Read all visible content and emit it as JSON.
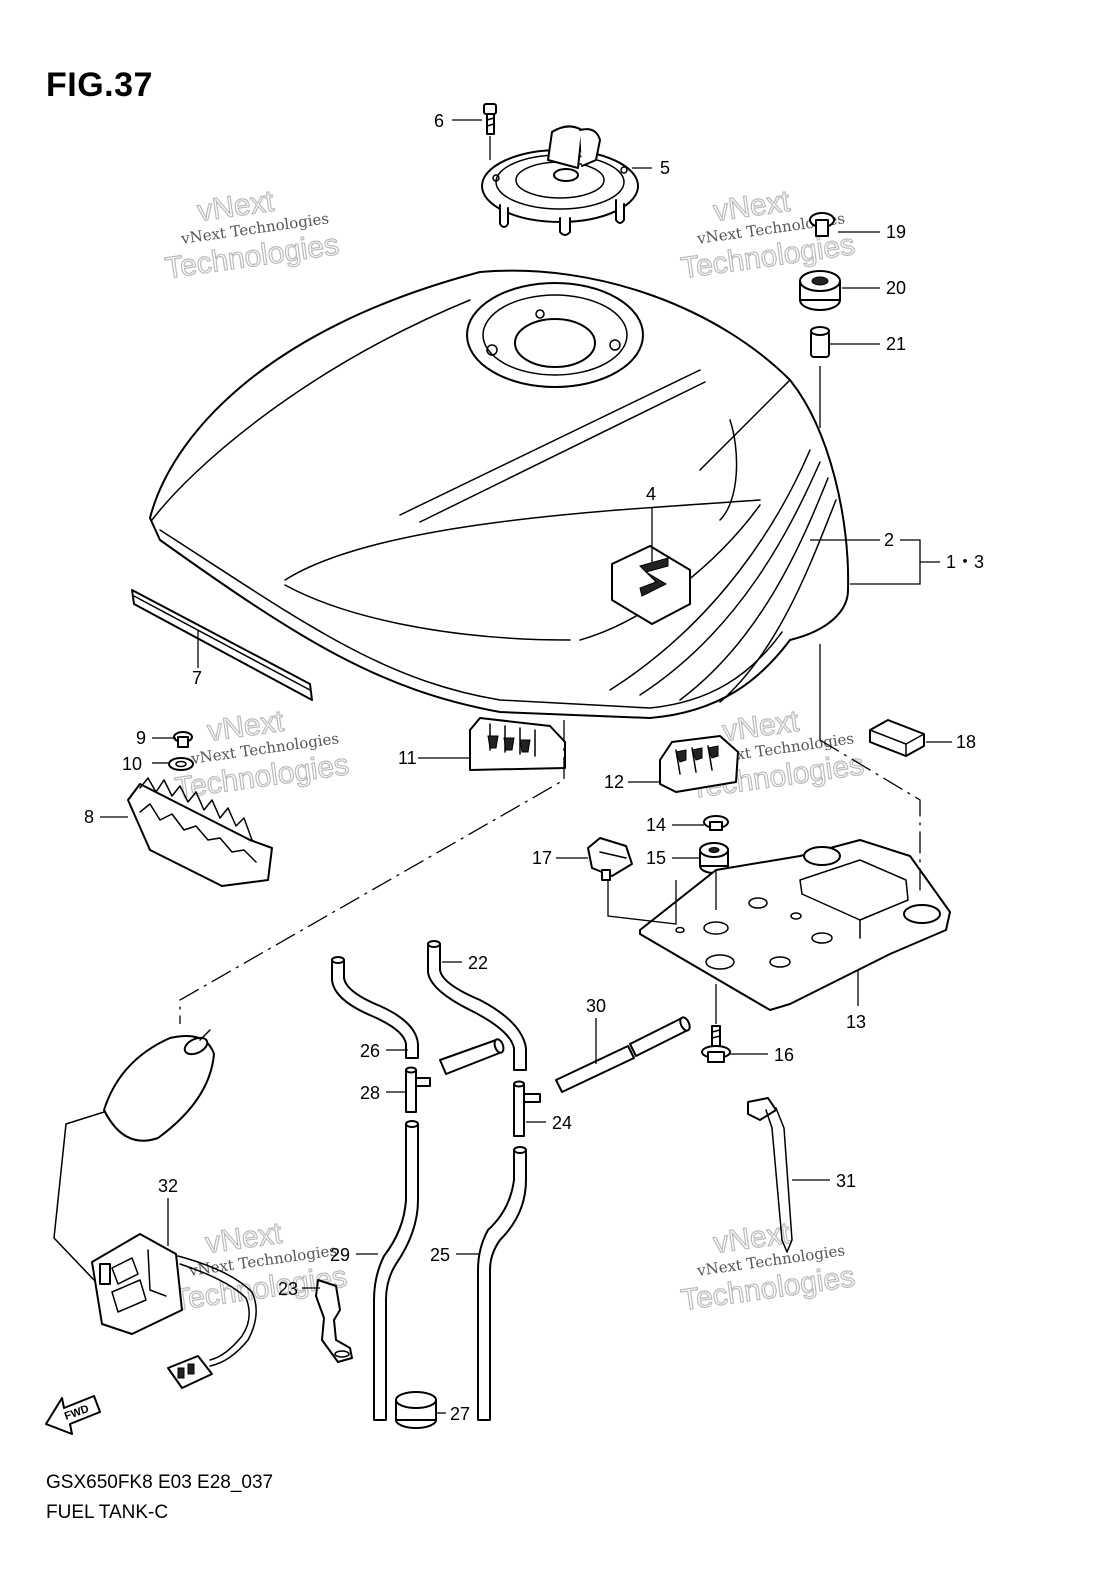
{
  "figure": {
    "title": "FIG.37"
  },
  "footer": {
    "code": "GSX650FK8 E03 E28_037",
    "name": "FUEL TANK-C"
  },
  "fwd_label": "FWD",
  "watermarks": [
    {
      "small": "vNext Technologies",
      "big1": "vNext",
      "big2": "Technologies"
    },
    {
      "small": "vNext Technologies",
      "big1": "vNext",
      "big2": "Technologies"
    },
    {
      "small": "vNext Technologies",
      "big1": "vNext",
      "big2": "Technologies"
    },
    {
      "small": "vNext Technologies",
      "big1": "vNext",
      "big2": "Technologies"
    },
    {
      "small": "vNext Technologies",
      "big1": "vNext",
      "big2": "Technologies"
    },
    {
      "small": "vNext Technologies",
      "big1": "vNext",
      "big2": "Technologies"
    }
  ],
  "callouts": {
    "c1_3": "1・3",
    "c2": "2",
    "c4": "4",
    "c5": "5",
    "c6": "6",
    "c7": "7",
    "c8": "8",
    "c9": "9",
    "c10": "10",
    "c11": "11",
    "c12": "12",
    "c13": "13",
    "c14": "14",
    "c15": "15",
    "c16": "16",
    "c17": "17",
    "c18": "18",
    "c19": "19",
    "c20": "20",
    "c21": "21",
    "c22": "22",
    "c23": "23",
    "c24": "24",
    "c25": "25",
    "c26": "26",
    "c27": "27",
    "c28": "28",
    "c29": "29",
    "c30": "30",
    "c31": "31",
    "c32": "32"
  }
}
